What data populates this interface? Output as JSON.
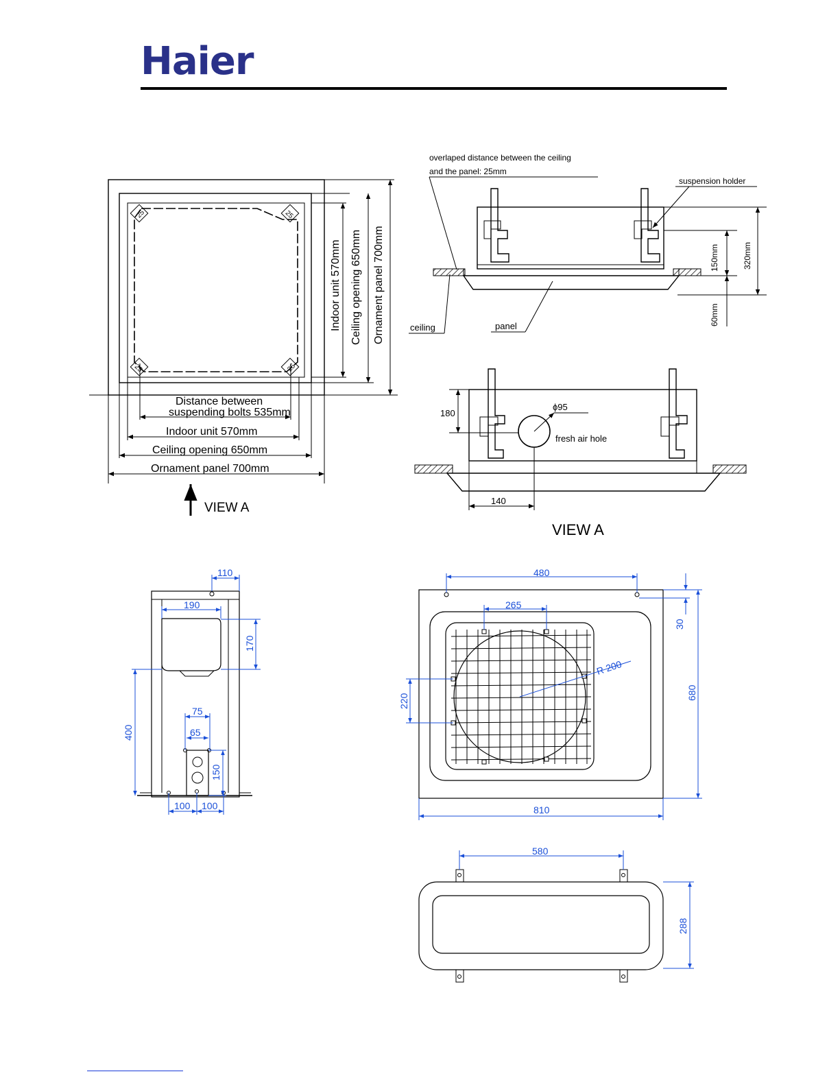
{
  "header": {
    "logo_text": "Haier",
    "logo_color": "#2a3189",
    "rule_color": "#000000"
  },
  "view_top": {
    "dim_indoor_vert": "Indoor unit 570mm",
    "dim_ceiling_vert": "Ceiling opening 650mm",
    "dim_panel_vert": "Ornament panel 700mm",
    "dim_bolts_line1": "Distance between",
    "dim_bolts_line2": "suspending bolts 535mm",
    "dim_indoor_horiz": "Indoor unit  570mm",
    "dim_ceiling_horiz": "Ceiling opening 650mm",
    "dim_panel_horiz": "Ornament panel 700mm",
    "view_arrow_label": "VIEW A",
    "corner_marks": [
      "25",
      "25",
      "25",
      "25"
    ]
  },
  "side_section": {
    "overlap_line1": "overlaped distance between the ceiling",
    "overlap_line2": "and the panel: 25mm",
    "suspension_holder": "suspension holder",
    "dim_150": "150mm",
    "dim_320": "320mm",
    "dim_60": "60mm",
    "ceiling_label": "ceiling",
    "panel_label": "panel"
  },
  "view_a": {
    "dim_180": "180",
    "dim_phi95": "ϕ95",
    "fresh_air": "fresh air hole",
    "dim_140": "140",
    "caption": "VIEW A"
  },
  "outdoor_side": {
    "dim_110": "110",
    "dim_190": "190",
    "dim_170": "170",
    "dim_400": "400",
    "dim_75": "75",
    "dim_65": "65",
    "dim_150": "150",
    "dim_100a": "100",
    "dim_100b": "100"
  },
  "outdoor_front": {
    "dim_480": "480",
    "dim_265": "265",
    "dim_r200": "R 200",
    "dim_220": "220",
    "dim_30": "30",
    "dim_680": "680",
    "dim_810": "810"
  },
  "outdoor_bottom": {
    "dim_580": "580",
    "dim_288": "288"
  },
  "colors": {
    "dimension_blue": "#1a4fd8",
    "drawing_black": "#000000",
    "footer_link_blue": "#1a3cd8"
  }
}
